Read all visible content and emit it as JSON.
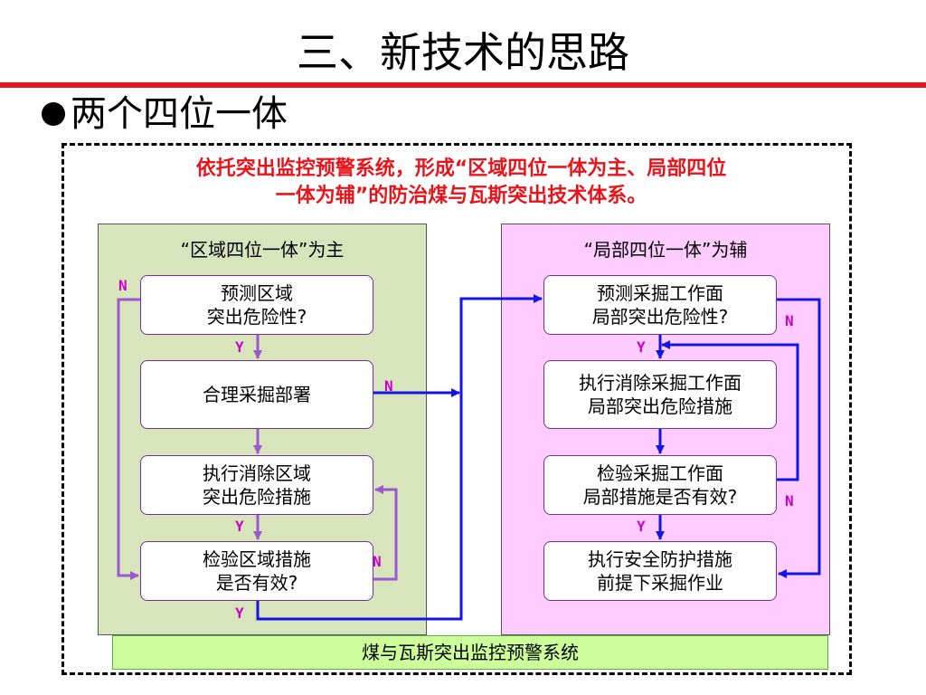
{
  "title": "三、新技术的思路",
  "bullet": "两个四位一体",
  "intro_line1": "依托突出监控预警系统，形成“区域四位一体为主、局部四位",
  "intro_line2": "一体为辅”的防治煤与瓦斯突出技术体系。",
  "left_panel": {
    "title": "“区域四位一体”为主",
    "n1_l1": "预测区域",
    "n1_l2": "突出危险性?",
    "n2_l1": "合理采掘部署",
    "n3_l1": "执行消除区域",
    "n3_l2": "突出危险措施",
    "n4_l1": "检验区域措施",
    "n4_l2": "是否有效?"
  },
  "right_panel": {
    "title": "“局部四位一体”为辅",
    "n1_l1": "预测采掘工作面",
    "n1_l2": "局部突出危险性?",
    "n2_l1": "执行消除采掘工作面",
    "n2_l2": "局部突出危险措施",
    "n3_l1": "检验采掘工作面",
    "n3_l2": "局部措施是否有效?",
    "n4_l1": "执行安全防护措施",
    "n4_l2": "前提下采掘作业"
  },
  "labels": {
    "yes": "Y",
    "no": "N"
  },
  "bottom_bar": "煤与瓦斯突出监控预警系统",
  "colors": {
    "accent_red": "#e8141b",
    "arrow_purple": "#9b59d0",
    "arrow_blue": "#1414e6",
    "yn_magenta": "#cc00cc"
  }
}
